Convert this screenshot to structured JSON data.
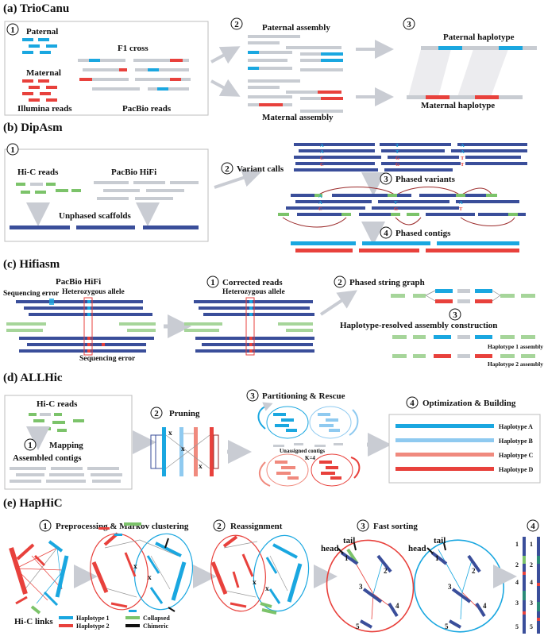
{
  "colors": {
    "paternal": "#1aa7e0",
    "maternal": "#e8413c",
    "grey": "#c8ccd2",
    "navy": "#3a4e9a",
    "green": "#7cc36a",
    "lightblue": "#8fcaf0",
    "salmon": "#f08a7e",
    "arrow": "#c9ccd3"
  },
  "sections": {
    "a": {
      "title": "(a) TrioCanu",
      "step1": "1",
      "step2": "2",
      "step3": "3",
      "paternal": "Paternal",
      "maternal": "Maternal",
      "f1": "F1 cross",
      "illumina": "Illumina reads",
      "pacbio": "PacBio reads",
      "pat_assembly": "Paternal assembly",
      "mat_assembly": "Maternal assembly",
      "pat_hap": "Paternal haplotype",
      "mat_hap": "Maternal haplotype"
    },
    "b": {
      "title": "(b) DipAsm",
      "step1": "1",
      "step2": "2",
      "step3": "3",
      "step4": "4",
      "hic": "Hi-C reads",
      "hifi": "PacBio HiFi",
      "unphased": "Unphased scaffolds",
      "variant_calls": "Variant calls",
      "phased_variants": "Phased variants",
      "phased_contigs": "Phased contigs"
    },
    "c": {
      "title": "(c) Hifiasm",
      "step1": "1",
      "step2": "2",
      "step3": "3",
      "hifi": "PacBio HiFi",
      "seq_error": "Sequencing error",
      "het_allele": "Heterozygous allele",
      "seq_error2": "Sequencing error",
      "corrected": "Corrected reads",
      "het_allele2": "Heterozygous allele",
      "string_graph": "Phased string graph",
      "hap_resolved": "Haplotype-resolved assembly construction",
      "hap1": "Haplotype 1 assembly",
      "hap2": "Haplotype 2 assembly"
    },
    "d": {
      "title": "(d) ALLHic",
      "step1": "1",
      "step2": "2",
      "step3": "3",
      "step4": "4",
      "hic": "Hi-C reads",
      "mapping": "Mapping",
      "assembled": "Assembled contigs",
      "pruning": "Pruning",
      "partition": "Partitioning & Rescue",
      "unassigned": "Unassigned contigs",
      "k4": "K=4",
      "optim": "Optimization & Building",
      "hapA": "Haplotype A",
      "hapB": "Haplotype B",
      "hapC": "Haplotype C",
      "hapD": "Haplotype D",
      "x": "x"
    },
    "e": {
      "title": "(e) HapHiC",
      "step1": "1",
      "step2": "2",
      "step3": "3",
      "step4": "4",
      "preproc": "Preprocessing & Markov clustering",
      "reassign": "Reassignment",
      "fastsort": "Fast sorting",
      "hic_links": "Hi-C links",
      "leg_h1": "Haplotype 1",
      "leg_h2": "Haplotype 2",
      "leg_col": "Collapsed",
      "leg_chi": "Chimeric",
      "head": "head",
      "tail": "tail",
      "n1": "1",
      "n2": "2",
      "n3": "3",
      "n4": "4",
      "n5": "5",
      "x": "x"
    }
  },
  "alleles": {
    "A": "A",
    "C": "C",
    "G": "G",
    "T": "T"
  }
}
